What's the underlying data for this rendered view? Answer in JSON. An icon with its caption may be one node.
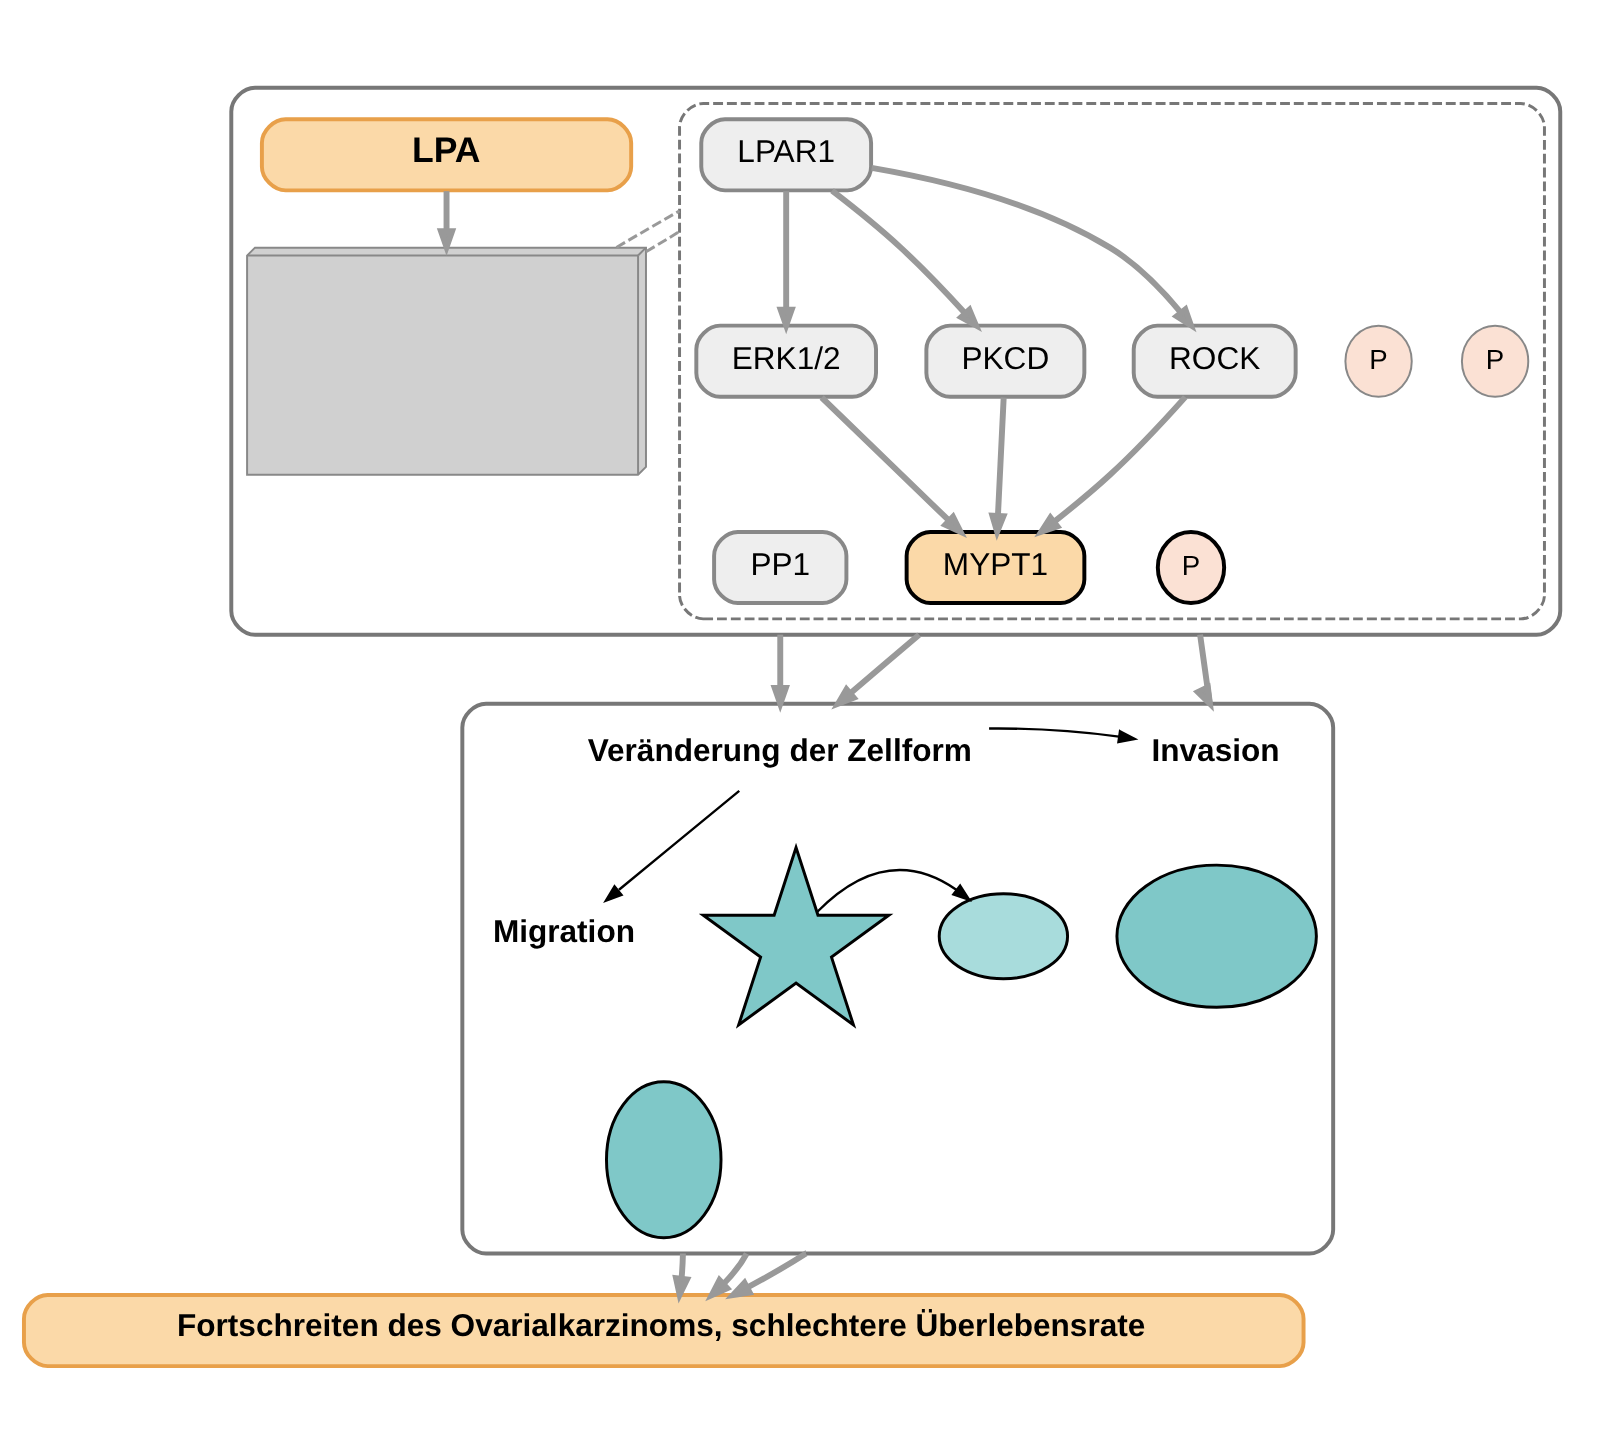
{
  "diagram": {
    "nodes": [
      {
        "text": [],
        "shape": "box"
      },
      {
        "text": [
          "LPA"
        ],
        "in": 0
      },
      {
        "text": [],
        "shape": "picture",
        "in": 0
      },
      {
        "text": [],
        "shape": "box",
        "in": 0
      },
      {
        "text": [
          "LPAR1"
        ],
        "in": 3
      },
      {
        "text": [
          "ROCK"
        ],
        "in": 3
      },
      {
        "text": [
          "PKCD"
        ],
        "in": 3
      },
      {
        "text": [
          "P"
        ],
        "in": 3
      },
      {
        "text": [
          "ERK1/2"
        ],
        "in": 3
      },
      {
        "text": [
          "P"
        ],
        "in": 3
      },
      {
        "text": [
          "PP1"
        ],
        "in": 3
      },
      {
        "text": [
          "MYPT1"
        ],
        "in": 3
      },
      {
        "text": [
          "P"
        ],
        "in": 3
      },
      {
        "text": [],
        "shape": "box"
      },
      {
        "text": [],
        "shape": "star",
        "in": 13
      },
      {
        "text": [],
        "shape": "circle",
        "in": 13
      },
      {
        "text": [
          "Veränderung der Zellform"
        ],
        "in": 13
      },
      {
        "text": [
          "Migration"
        ],
        "in": 13
      },
      {
        "text": [],
        "shape": "circle",
        "in": 13
      },
      {
        "text": [
          "Invasion"
        ],
        "in": 13
      },
      {
        "text": [],
        "shape": "circle",
        "in": 13
      },
      {
        "text": [
          "Fortschreiten des Ovarialkarzinoms, schlechtere Überlebensrate"
        ]
      }
    ],
    "edges": [
      {
        "from": 1,
        "to": 2,
        "arrow": "to"
      },
      {
        "from": 2,
        "to": 3,
        "arrow": "none",
        "style": "dashed"
      },
      {
        "from": 2,
        "to": 3,
        "arrow": "none",
        "style": "dashed"
      },
      {
        "from": 4,
        "to": 5,
        "arrow": "to"
      },
      {
        "from": 4,
        "to": 6,
        "arrow": "to"
      },
      {
        "from": 4,
        "to": 8,
        "arrow": "to"
      },
      {
        "from": 5,
        "to": 11,
        "arrow": "to"
      },
      {
        "from": 6,
        "to": 11,
        "arrow": "to"
      },
      {
        "from": 8,
        "to": 11,
        "arrow": "to"
      },
      {
        "from": 0,
        "to": 13,
        "arrow": "to"
      },
      {
        "from": 0,
        "to": 13,
        "arrow": "to"
      },
      {
        "from": 0,
        "to": 13,
        "arrow": "to"
      },
      {
        "from": 14,
        "to": 15,
        "arrow": "to",
        "color": "#000000"
      },
      {
        "from": 16,
        "to": 17,
        "arrow": "to",
        "color": "#000000"
      },
      {
        "from": 16,
        "to": 19,
        "arrow": "to",
        "color": "#000000"
      },
      {
        "from": 13,
        "to": 21,
        "arrow": "to"
      },
      {
        "from": 13,
        "to": 21,
        "arrow": "to"
      },
      {
        "from": 13,
        "to": 21,
        "arrow": "to"
      }
    ]
  }
}
